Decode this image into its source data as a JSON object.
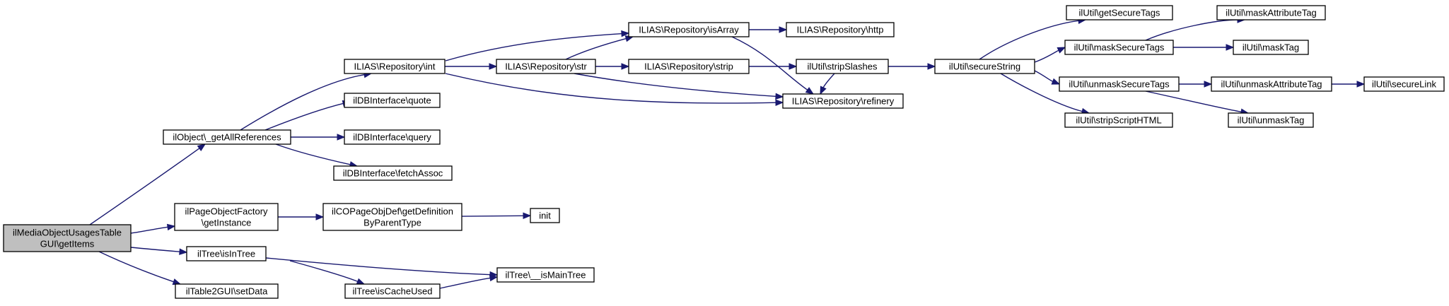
{
  "graph": {
    "nodes": [
      {
        "id": "root",
        "lines": [
          "ilMediaObjectUsagesTable",
          "GUI\\getItems"
        ],
        "root": true
      },
      {
        "id": "getAllRefs",
        "lines": [
          "ilObject\\_getAllReferences"
        ]
      },
      {
        "id": "pageObjFactory",
        "lines": [
          "ilPageObjectFactory",
          "\\getInstance"
        ]
      },
      {
        "id": "isInTree",
        "lines": [
          "ilTree\\isInTree"
        ]
      },
      {
        "id": "setData",
        "lines": [
          "ilTable2GUI\\setData"
        ]
      },
      {
        "id": "repoInt",
        "lines": [
          "ILIAS\\Repository\\int"
        ]
      },
      {
        "id": "quote",
        "lines": [
          "ilDBInterface\\quote"
        ]
      },
      {
        "id": "query",
        "lines": [
          "ilDBInterface\\query"
        ]
      },
      {
        "id": "fetchAssoc",
        "lines": [
          "ilDBInterface\\fetchAssoc"
        ]
      },
      {
        "id": "copageDef",
        "lines": [
          "ilCOPageObjDef\\getDefinition",
          "ByParentType"
        ]
      },
      {
        "id": "init",
        "lines": [
          "init"
        ]
      },
      {
        "id": "isCacheUsed",
        "lines": [
          "ilTree\\isCacheUsed"
        ]
      },
      {
        "id": "isMainTree",
        "lines": [
          "ilTree\\__isMainTree"
        ]
      },
      {
        "id": "repoStr",
        "lines": [
          "ILIAS\\Repository\\str"
        ]
      },
      {
        "id": "repoIsArray",
        "lines": [
          "ILIAS\\Repository\\isArray"
        ]
      },
      {
        "id": "repoStrip",
        "lines": [
          "ILIAS\\Repository\\strip"
        ]
      },
      {
        "id": "repoHttp",
        "lines": [
          "ILIAS\\Repository\\http"
        ]
      },
      {
        "id": "repoRefinery",
        "lines": [
          "ILIAS\\Repository\\refinery"
        ]
      },
      {
        "id": "stripSlashes",
        "lines": [
          "ilUtil\\stripSlashes"
        ]
      },
      {
        "id": "secureString",
        "lines": [
          "ilUtil\\secureString"
        ]
      },
      {
        "id": "getSecureTags",
        "lines": [
          "ilUtil\\getSecureTags"
        ]
      },
      {
        "id": "maskSecureTags",
        "lines": [
          "ilUtil\\maskSecureTags"
        ]
      },
      {
        "id": "unmaskSecureTags",
        "lines": [
          "ilUtil\\unmaskSecureTags"
        ]
      },
      {
        "id": "stripScriptHTML",
        "lines": [
          "ilUtil\\stripScriptHTML"
        ]
      },
      {
        "id": "maskAttributeTag",
        "lines": [
          "ilUtil\\maskAttributeTag"
        ]
      },
      {
        "id": "maskTag",
        "lines": [
          "ilUtil\\maskTag"
        ]
      },
      {
        "id": "unmaskAttributeTag",
        "lines": [
          "ilUtil\\unmaskAttributeTag"
        ]
      },
      {
        "id": "unmaskTag",
        "lines": [
          "ilUtil\\unmaskTag"
        ]
      },
      {
        "id": "secureLink",
        "lines": [
          "ilUtil\\secureLink"
        ]
      }
    ],
    "edges": [
      {
        "from": "root",
        "to": "getAllRefs"
      },
      {
        "from": "root",
        "to": "pageObjFactory"
      },
      {
        "from": "root",
        "to": "isInTree"
      },
      {
        "from": "root",
        "to": "setData"
      },
      {
        "from": "getAllRefs",
        "to": "repoInt"
      },
      {
        "from": "getAllRefs",
        "to": "quote"
      },
      {
        "from": "getAllRefs",
        "to": "query"
      },
      {
        "from": "getAllRefs",
        "to": "fetchAssoc"
      },
      {
        "from": "pageObjFactory",
        "to": "copageDef"
      },
      {
        "from": "copageDef",
        "to": "init"
      },
      {
        "from": "isInTree",
        "to": "isMainTree"
      },
      {
        "from": "isInTree",
        "to": "isCacheUsed"
      },
      {
        "from": "isCacheUsed",
        "to": "isMainTree"
      },
      {
        "from": "repoInt",
        "to": "repoIsArray"
      },
      {
        "from": "repoInt",
        "to": "repoStr"
      },
      {
        "from": "repoInt",
        "to": "repoRefinery"
      },
      {
        "from": "repoStr",
        "to": "repoIsArray"
      },
      {
        "from": "repoStr",
        "to": "repoStrip"
      },
      {
        "from": "repoStr",
        "to": "repoRefinery"
      },
      {
        "from": "repoIsArray",
        "to": "repoHttp"
      },
      {
        "from": "repoIsArray",
        "to": "repoRefinery"
      },
      {
        "from": "repoStrip",
        "to": "stripSlashes"
      },
      {
        "from": "stripSlashes",
        "to": "repoRefinery"
      },
      {
        "from": "stripSlashes",
        "to": "secureString"
      },
      {
        "from": "secureString",
        "to": "getSecureTags"
      },
      {
        "from": "secureString",
        "to": "maskSecureTags"
      },
      {
        "from": "secureString",
        "to": "unmaskSecureTags"
      },
      {
        "from": "secureString",
        "to": "stripScriptHTML"
      },
      {
        "from": "maskSecureTags",
        "to": "maskAttributeTag"
      },
      {
        "from": "maskSecureTags",
        "to": "maskTag"
      },
      {
        "from": "unmaskSecureTags",
        "to": "unmaskAttributeTag"
      },
      {
        "from": "unmaskSecureTags",
        "to": "unmaskTag"
      },
      {
        "from": "unmaskAttributeTag",
        "to": "secureLink"
      }
    ]
  }
}
